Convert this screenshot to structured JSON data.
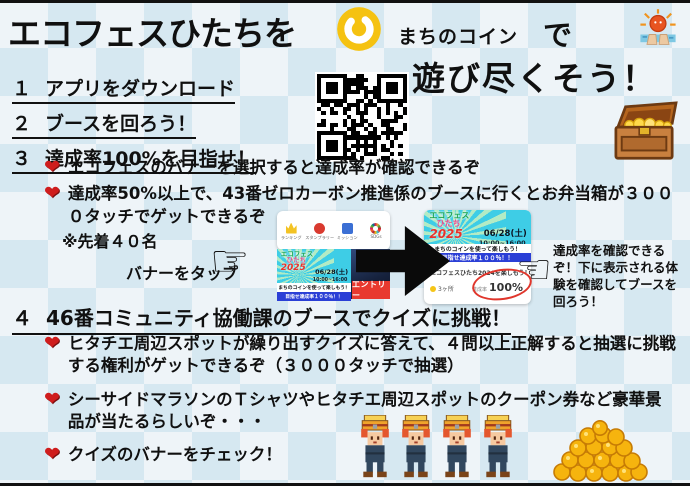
{
  "icons": {
    "heart": "❤",
    "finger_right": "☞",
    "finger_left": "☜"
  },
  "header": {
    "title_line1": "エコフェスひたちを",
    "coin_label": "まちのコイン",
    "particle": "で",
    "title_line2": "遊び尽くそう！"
  },
  "steps": [
    {
      "num": "１",
      "label": "アプリをダウンロード"
    },
    {
      "num": "２",
      "label": "ブースを回ろう！"
    },
    {
      "num": "３",
      "label": "達成率100%を目指せ！"
    }
  ],
  "section3": {
    "bullet1": "エコフェスのバナーを選択すると達成率が確認できるぞ",
    "bullet2": "達成率50%以上で、43番ゼロカーボン推進係のブースに行くとお弁当箱が３０００タッチでゲットできるぞ",
    "note": "※先着４０名",
    "tap_hint": "バナーをタップ",
    "check_hint": "達成率を確認できるぞ！下に表示される体験を確認してブースを回ろう！"
  },
  "app": {
    "nav": [
      {
        "label": "ランキング"
      },
      {
        "label": "スタンプラリー"
      },
      {
        "label": "ミッション"
      },
      {
        "label": "SDGs"
      }
    ],
    "banner": {
      "title_top": "エコフェス",
      "title_mid": "ひたち",
      "year": "2025",
      "date": "06/28(土)",
      "time": "10:00~16:00",
      "tagline": "まちのコインを使って楽しもう！",
      "goal": "目指せ達成率１００％！！"
    },
    "entry_button": "エントリー",
    "detail": {
      "event_title": "エコフェスひたち2024を楽しもう！",
      "spots": "3ヶ所",
      "rate_label": "達成率",
      "rate_value": "100%"
    }
  },
  "section4": {
    "num": "４",
    "heading": "46番コミュニティ協働課のブースでクイズに挑戦！",
    "bullet1": "ヒタチエ周辺スポットが繰り出すクイズに答えて、４問以上正解すると抽選に挑戦する権利がゲットできるぞ（３０００タッチで抽選）",
    "bullet2": "シーサイドマラソンのＴシャツやヒタチエ周辺スポットのクーポン券など豪華景品が当たるらしいぞ・・・",
    "bullet3": "クイズのバナーをチェック！"
  },
  "colors": {
    "accent_blue": "#2b3fd6",
    "banner_cyan": "#3ecde6",
    "entry_red": "#e8392f",
    "coin_yellow": "#f5c518",
    "heart_red": "#cf1d1d"
  }
}
